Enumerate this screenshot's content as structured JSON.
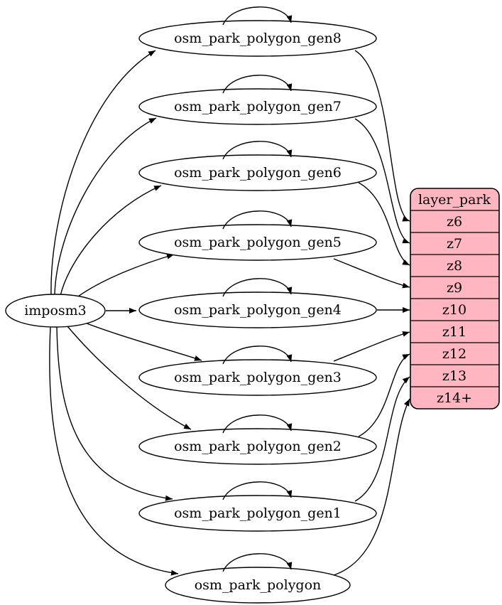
{
  "diagram": {
    "source": {
      "label": "imposm3"
    },
    "tables": [
      {
        "label": "osm_park_polygon_gen8",
        "source": "imposm3",
        "self_loop": true,
        "feeds_zoom": "z6"
      },
      {
        "label": "osm_park_polygon_gen7",
        "source": "imposm3",
        "self_loop": true,
        "feeds_zoom": "z7"
      },
      {
        "label": "osm_park_polygon_gen6",
        "source": "imposm3",
        "self_loop": true,
        "feeds_zoom": "z8"
      },
      {
        "label": "osm_park_polygon_gen5",
        "source": "imposm3",
        "self_loop": true,
        "feeds_zoom": "z9"
      },
      {
        "label": "osm_park_polygon_gen4",
        "source": "imposm3",
        "self_loop": true,
        "feeds_zoom": "z10"
      },
      {
        "label": "osm_park_polygon_gen3",
        "source": "imposm3",
        "self_loop": true,
        "feeds_zoom": "z11"
      },
      {
        "label": "osm_park_polygon_gen2",
        "source": "imposm3",
        "self_loop": true,
        "feeds_zoom": "z12"
      },
      {
        "label": "osm_park_polygon_gen1",
        "source": "imposm3",
        "self_loop": true,
        "feeds_zoom": "z13"
      },
      {
        "label": "osm_park_polygon",
        "source": "imposm3",
        "self_loop": true,
        "feeds_zoom": "z14+"
      }
    ],
    "layer_table": {
      "title": "layer_park",
      "rows": [
        "z6",
        "z7",
        "z8",
        "z9",
        "z10",
        "z11",
        "z12",
        "z13",
        "z14+"
      ]
    },
    "colors": {
      "layer_fill": "#ffb6c1",
      "node_fill": "#ffffff",
      "stroke": "#000000"
    }
  }
}
